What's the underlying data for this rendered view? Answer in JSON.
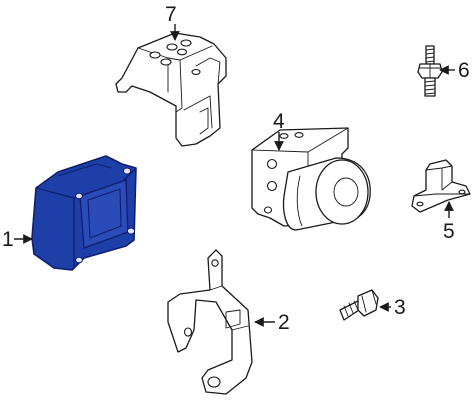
{
  "colors": {
    "highlight": "#1f3fa8",
    "highlight_dark": "#0f1f6e",
    "line": "#1a1a1a",
    "background": "#ffffff"
  },
  "callouts": {
    "c1": "1",
    "c2": "2",
    "c3": "3",
    "c4": "4",
    "c5": "5",
    "c6": "6",
    "c7": "7"
  }
}
